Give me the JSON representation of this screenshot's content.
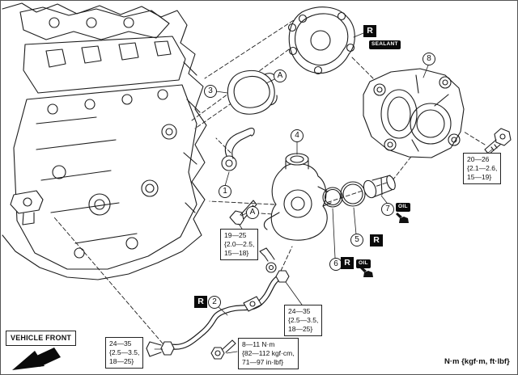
{
  "colors": {
    "ink": "#1c1c1c",
    "background": "#ffffff",
    "badge_bg": "#0a0a0a",
    "badge_text": "#ffffff"
  },
  "callouts": {
    "n1": "1",
    "n2": "2",
    "n3": "3",
    "n4": "4",
    "n5": "5",
    "n6": "6",
    "n7": "7",
    "n8": "8",
    "letter_a": "A"
  },
  "badges": {
    "r": "R",
    "sealant": "SEALANT",
    "oil": "OIL"
  },
  "torque_specs": {
    "pump_mount_bolt": {
      "lines": [
        "19—25",
        "{2.0—2.5,",
        "15—18}"
      ]
    },
    "pipe_upper_fitting": {
      "lines": [
        "24—35",
        "{2.5—3.5,",
        "18—25}"
      ]
    },
    "pipe_lower_fitting": {
      "lines": [
        "24—35",
        "{2.5—3.5,",
        "18—25}"
      ]
    },
    "bracket_bolt": {
      "lines": [
        "8—11 N·m",
        "{82—112 kgf·cm,",
        "71—97 in·lbf}"
      ]
    },
    "housing_bolt": {
      "lines": [
        "20—26",
        "{2.1—2.6,",
        "15—19}"
      ]
    }
  },
  "footer": {
    "vehicle_front_label": "VEHICLE FRONT",
    "units_note": "N·m {kgf·m, ft·lbf}"
  }
}
